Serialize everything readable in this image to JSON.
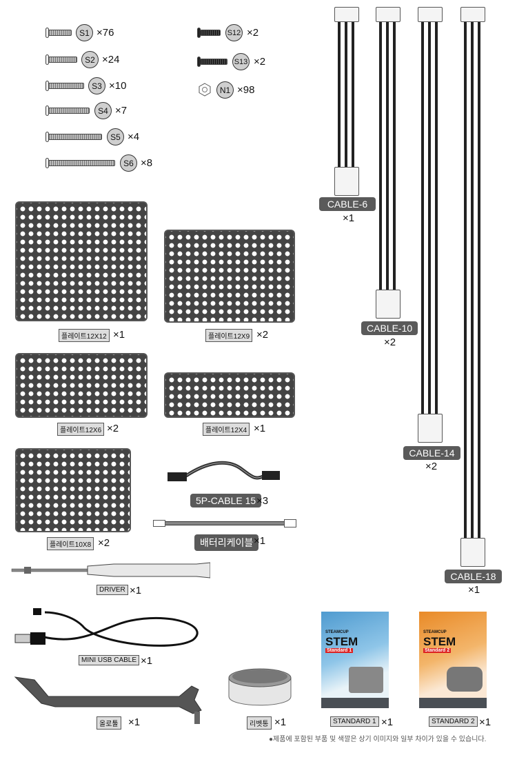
{
  "screws": [
    {
      "code": "S1",
      "qty": "×76"
    },
    {
      "code": "S2",
      "qty": "×24"
    },
    {
      "code": "S3",
      "qty": "×10"
    },
    {
      "code": "S4",
      "qty": "×7"
    },
    {
      "code": "S5",
      "qty": "×4"
    },
    {
      "code": "S6",
      "qty": "×8"
    },
    {
      "code": "S12",
      "qty": "×2"
    },
    {
      "code": "S13",
      "qty": "×2"
    },
    {
      "code": "N1",
      "qty": "×98"
    }
  ],
  "plates": [
    {
      "label": "플레이트12X12",
      "qty": "×1"
    },
    {
      "label": "플레이트12X9",
      "qty": "×2"
    },
    {
      "label": "플레이트12X6",
      "qty": "×2"
    },
    {
      "label": "플레이트12X4",
      "qty": "×1"
    },
    {
      "label": "플레이트10X8",
      "qty": "×2"
    }
  ],
  "cables": [
    {
      "label": "CABLE-6",
      "qty": "×1"
    },
    {
      "label": "CABLE-10",
      "qty": "×2"
    },
    {
      "label": "CABLE-14",
      "qty": "×2"
    },
    {
      "label": "CABLE-18",
      "qty": "×1"
    }
  ],
  "others": {
    "cable5p": {
      "label": "5P-CABLE 15",
      "qty": "×3"
    },
    "battery": {
      "label": "배터리케이블",
      "qty": "×1"
    },
    "driver": {
      "label": "DRIVER",
      "qty": "×1"
    },
    "usb": {
      "label": "MINI USB CABLE",
      "qty": "×1"
    },
    "roller": {
      "label": "올로툴",
      "qty": "×1"
    },
    "rivet": {
      "label": "리벳통",
      "qty": "×1"
    },
    "book1": {
      "label": "STANDARD 1",
      "qty": "×1",
      "title": "STEM",
      "brand": "STEAMCUP",
      "sub": "Standard 1"
    },
    "book2": {
      "label": "STANDARD 2",
      "qty": "×1",
      "title": "STEM",
      "brand": "STEAMCUP",
      "sub": "Standard 2"
    }
  },
  "footnote": "●제품에 포함된 부품 및 색깔은 상기 이미지와 일부 차이가 있을 수 있습니다."
}
